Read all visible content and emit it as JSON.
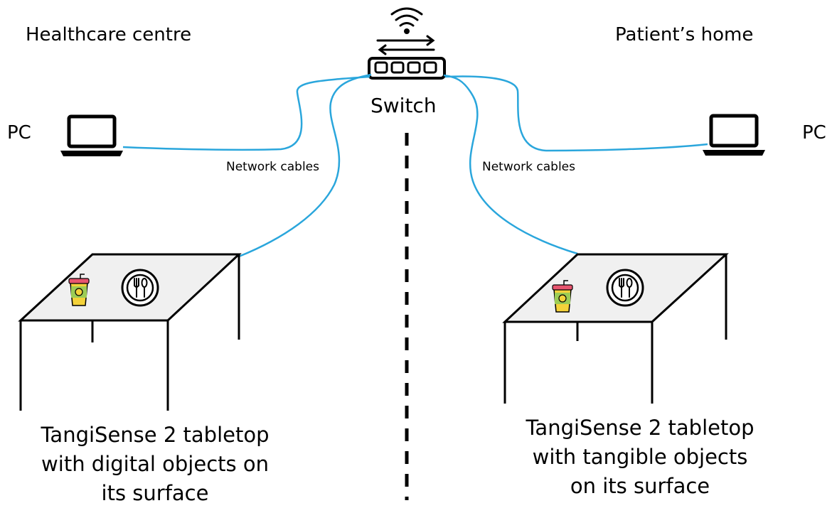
{
  "left": {
    "heading": "Healthcare centre",
    "pc_label": "PC",
    "cable_label": "Network cables",
    "caption_lines": [
      "TangiSense 2 tabletop",
      "with digital objects on",
      "its surface"
    ]
  },
  "right": {
    "heading": "Patient’s home",
    "pc_label": "PC",
    "cable_label": "Network cables",
    "caption_lines": [
      "TangiSense 2 tabletop",
      "with tangible objects",
      "on its surface"
    ]
  },
  "center": {
    "switch_label": "Switch"
  },
  "colors": {
    "cable": "#2aa6dc",
    "tabletop": "#f0f0f0",
    "cup": "#f4d23a",
    "cup_band": "#9ccc55",
    "cup_lid": "#e7556f"
  },
  "icons": [
    "wifi-icon",
    "network-switch-icon",
    "laptop-icon",
    "cup-icon",
    "plate-cutlery-icon"
  ]
}
